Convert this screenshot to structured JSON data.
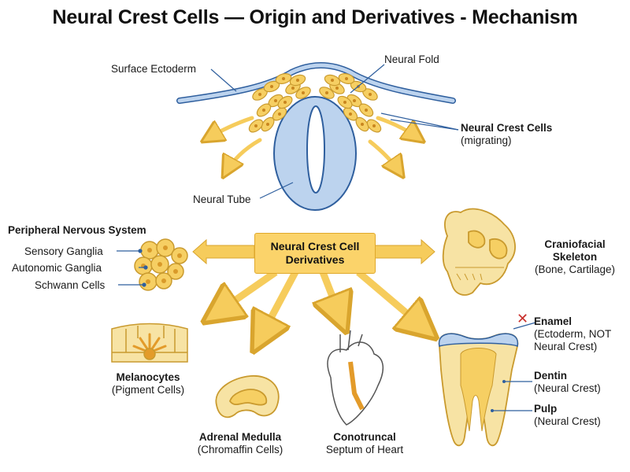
{
  "title": "Neural Crest Cells — Origin and Derivatives - Mechanism",
  "origin": {
    "surface_ectoderm": "Surface Ectoderm",
    "neural_fold": "Neural Fold",
    "neural_crest_cells": "Neural Crest Cells",
    "migrating": "(migrating)",
    "neural_tube": "Neural Tube"
  },
  "center": {
    "line1": "Neural Crest Cell",
    "line2": "Derivatives"
  },
  "pns": {
    "title": "Peripheral Nervous System",
    "items": [
      "Sensory Ganglia",
      "Autonomic Ganglia",
      "Schwann Cells"
    ]
  },
  "craniofacial": {
    "line1": "Craniofacial",
    "line2": "Skeleton",
    "line3": "(Bone, Cartilage)"
  },
  "melanocytes": {
    "name": "Melanocytes",
    "sub": "(Pigment Cells)"
  },
  "adrenal": {
    "name": "Adrenal Medulla",
    "sub": "(Chromaffin Cells)"
  },
  "conotruncal": {
    "name": "Conotruncal",
    "sub": "Septum of Heart"
  },
  "tooth": {
    "enamel": "Enamel",
    "enamel_sub1": "(Ectoderm, NOT",
    "enamel_sub2": "Neural Crest)",
    "dentin": "Dentin",
    "dentin_sub": "(Neural Crest)",
    "pulp": "Pulp",
    "pulp_sub": "(Neural Crest)"
  },
  "colors": {
    "ectoderm_blue": "#2f5f9e",
    "tube_fill": "#bcd3ee",
    "cell_fill": "#f6cf63",
    "cell_stroke": "#c99a2e",
    "arrow_fill": "#f6cc5c",
    "arrow_stroke": "#d9a52e",
    "enamel_x": "#c9302c"
  },
  "icons": [
    "x-mark-icon"
  ]
}
